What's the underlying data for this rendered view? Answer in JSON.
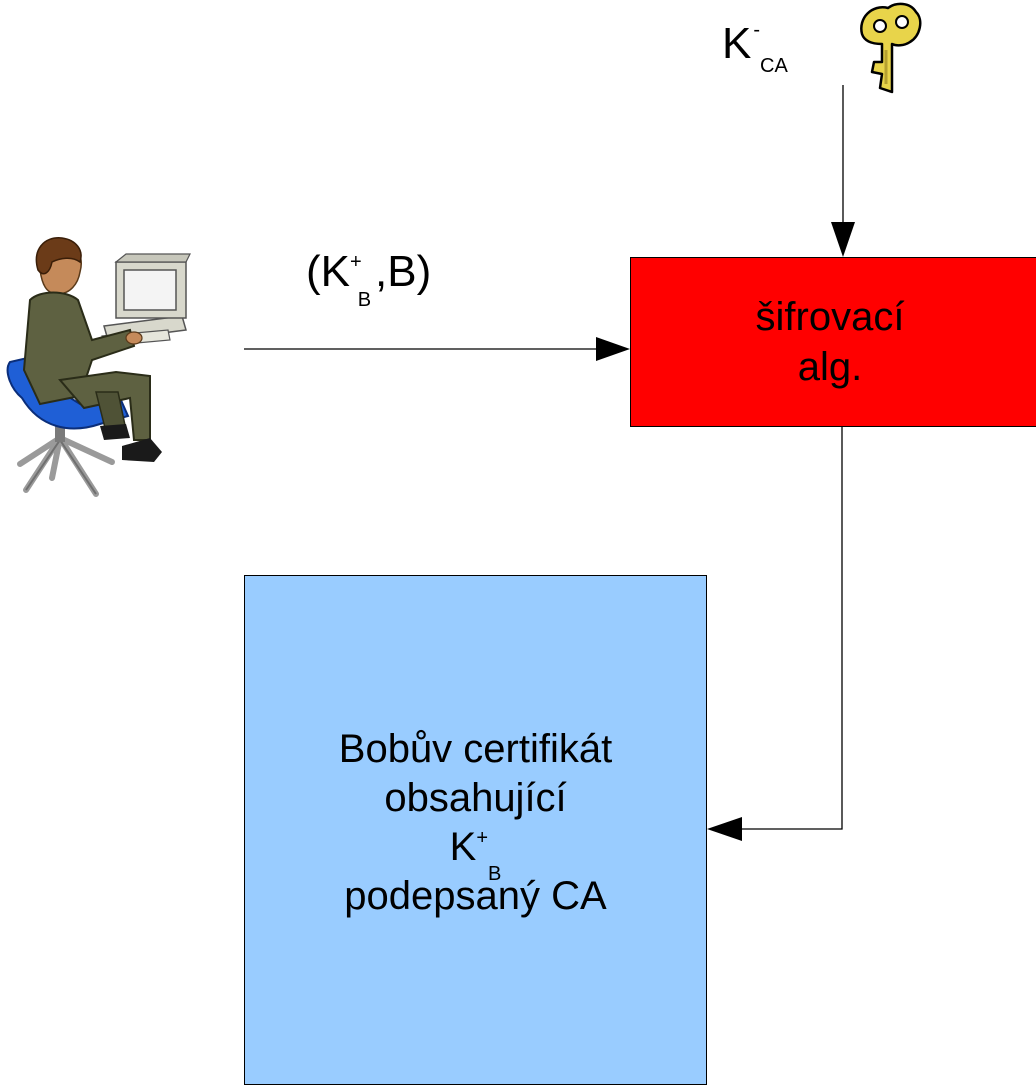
{
  "key_label": {
    "base": "K",
    "sup": "-",
    "sub": "CA"
  },
  "message_label": {
    "open": "(K",
    "sup": "+",
    "sub": "B",
    "rest": ",B)"
  },
  "encrypt_box": {
    "line1": "šifrovací",
    "line2": "alg.",
    "fill": "#ff0000"
  },
  "cert_box": {
    "line1": "Bobův certifikát",
    "line2": "obsahující",
    "key_base": "K",
    "key_sup": "+",
    "key_sub": "B",
    "line4": "podepsaný CA",
    "fill": "#99ccff"
  },
  "icons": {
    "user": "person-at-computer-icon",
    "key": "key-icon"
  },
  "colors": {
    "arrow": "#000000",
    "key": "#e8d44a",
    "suit": "#5e6141",
    "chair": "#1f5fd6"
  }
}
